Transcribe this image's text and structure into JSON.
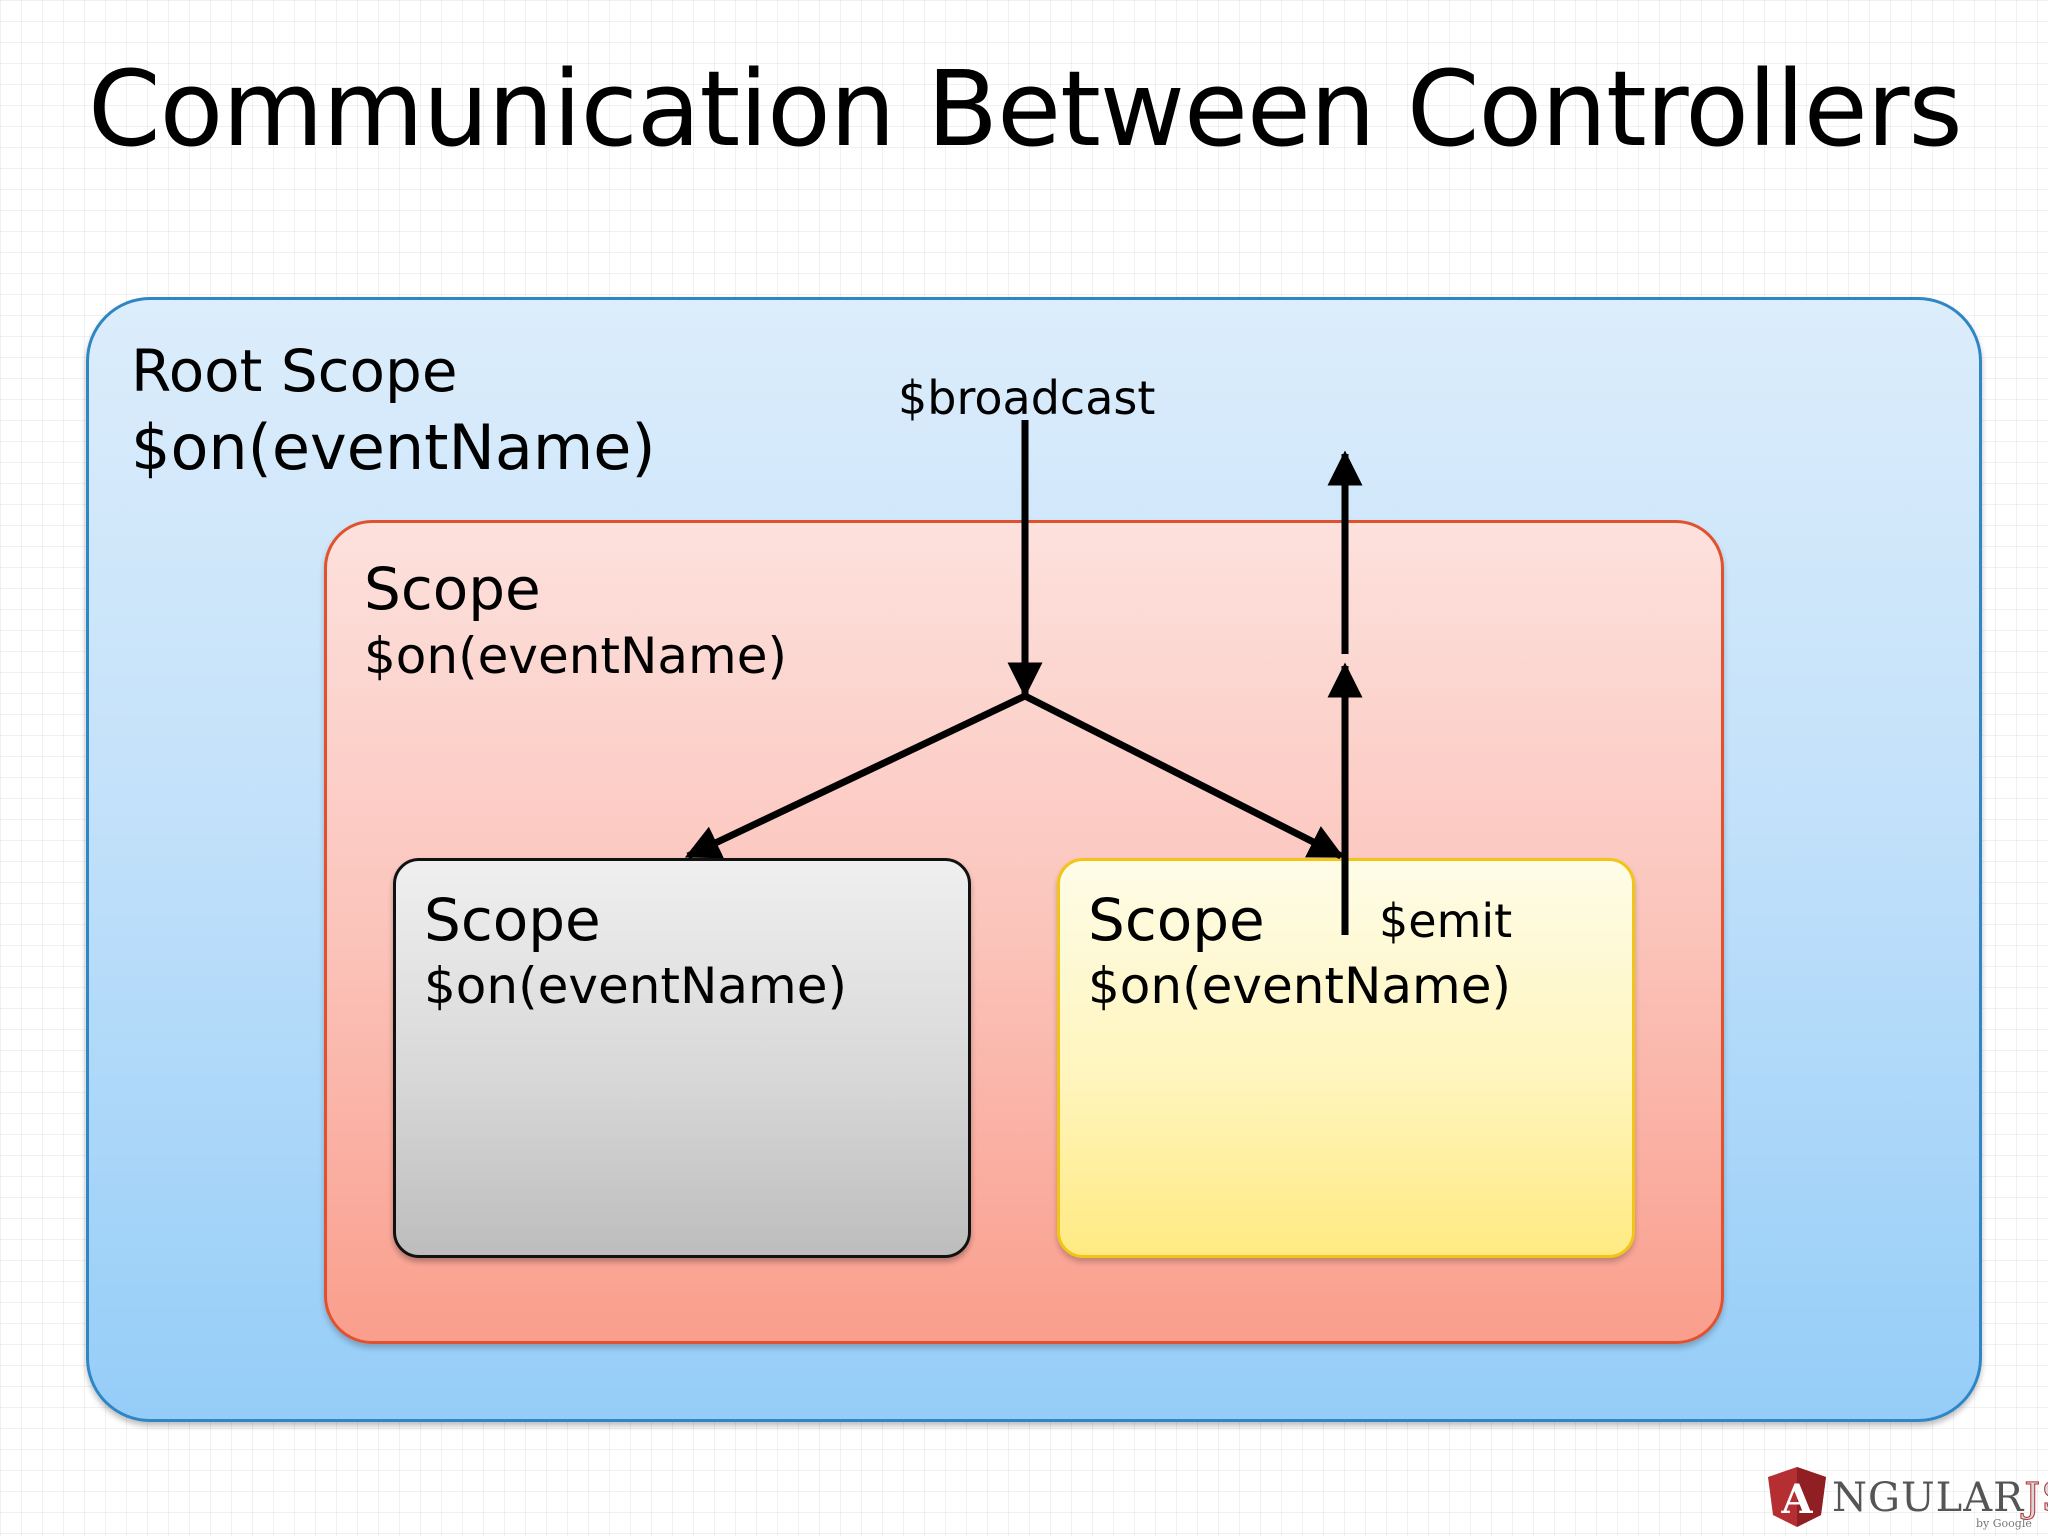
{
  "slide": {
    "title": "Communication Between Controllers"
  },
  "root_scope": {
    "name": "Root Scope",
    "listener": "$on(eventName)",
    "color": "#c3e1fa"
  },
  "parent_scope": {
    "name": "Scope",
    "listener": "$on(eventName)",
    "color": "#fbc4bb"
  },
  "child_scopes": [
    {
      "name": "Scope",
      "listener": "$on(eventName)",
      "color": "#d8d8d8"
    },
    {
      "name": "Scope",
      "listener": "$on(eventName)",
      "color": "#fff5bd"
    }
  ],
  "events": {
    "broadcast": "$broadcast",
    "emit": "$emit"
  },
  "logo": {
    "text_main": "NGULAR",
    "text_accent": "JS",
    "byline": "by Google",
    "shield_letter": "A",
    "brand_color": "#b52e31"
  }
}
